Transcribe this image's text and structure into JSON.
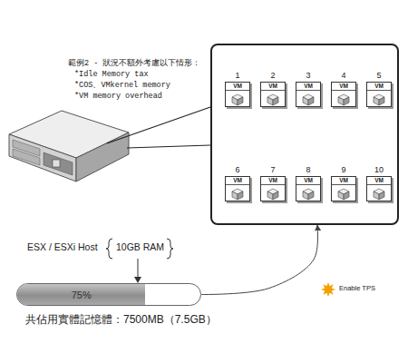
{
  "diagram": {
    "nodes": [
      {
        "text": []
      },
      {
        "text": [
          "1",
          "VM"
        ],
        "in": 0
      },
      {
        "text": [
          "2",
          "VM"
        ],
        "in": 0
      },
      {
        "text": [
          "3",
          "VM"
        ],
        "in": 0
      },
      {
        "text": [
          "4",
          "VM"
        ],
        "in": 0
      },
      {
        "text": [
          "5",
          "VM"
        ],
        "in": 0
      },
      {
        "text": [
          "6",
          "VM"
        ],
        "in": 0
      },
      {
        "text": [
          "7",
          "VM"
        ],
        "in": 0
      },
      {
        "text": [
          "8",
          "VM"
        ],
        "in": 0
      },
      {
        "text": [
          "9",
          "VM"
        ],
        "in": 0
      },
      {
        "text": [
          "10",
          "VM"
        ],
        "in": 0
      },
      {
        "text": [
          "75%"
        ]
      }
    ],
    "edges": [
      {
        "from": 11,
        "to": 0,
        "arrow": "to",
        "label": "Enable TPS"
      }
    ],
    "labels": [
      "範例2 - 狀況不額外考慮以下情形：",
      "*Idle Memory tax",
      "*COS、VMkernel memory",
      "*VM memory overhead",
      "ESX / ESXi Host",
      "10GB RAM",
      "共佔用實體記憶體：7500MB（7.5GB）"
    ]
  }
}
